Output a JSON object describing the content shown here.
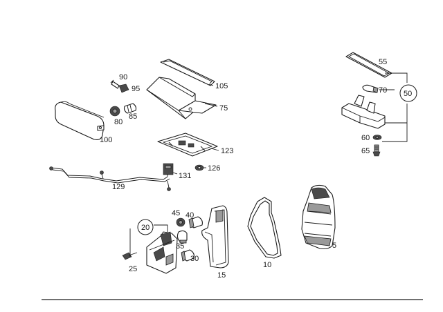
{
  "callouts": {
    "c5": "5",
    "c10": "10",
    "c15": "15",
    "c20": "20",
    "c25": "25",
    "c30": "30",
    "c35": "35",
    "c40": "40",
    "c45": "45",
    "c50": "50",
    "c55": "55",
    "c60": "60",
    "c65": "65",
    "c70": "70",
    "c75": "75",
    "c80": "80",
    "c85": "85",
    "c90": "90",
    "c95": "95",
    "c100": "100",
    "c105": "105",
    "c123": "123",
    "c126": "126",
    "c129": "129",
    "c131": "131"
  }
}
